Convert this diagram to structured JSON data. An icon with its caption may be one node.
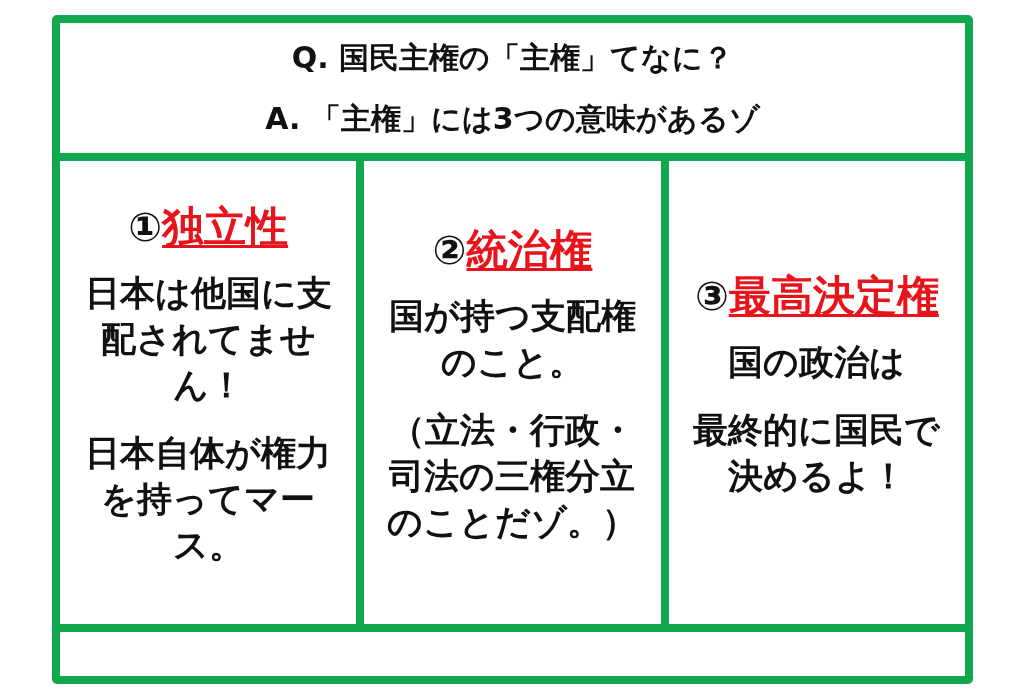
{
  "diagram": {
    "nodes": [
      {
        "text": [
          "Q. 国民主権の「主権」てなに？",
          "A. 「主権」には3つの意味があるゾ"
        ]
      },
      {
        "text": [
          "①",
          "独立性",
          "日本は他国に支配されてません！",
          "日本自体が権力を持ってマース。"
        ]
      },
      {
        "text": [
          "②",
          "統治権",
          "国が持つ支配権のこと。",
          "（立法・行政・司法の三権分立のことだゾ。）"
        ]
      },
      {
        "text": [
          "③",
          "最高決定権",
          "国の政治は",
          "最終的に国民で決めるよ！"
        ]
      },
      {
        "text": [],
        "shape": "box"
      }
    ]
  }
}
